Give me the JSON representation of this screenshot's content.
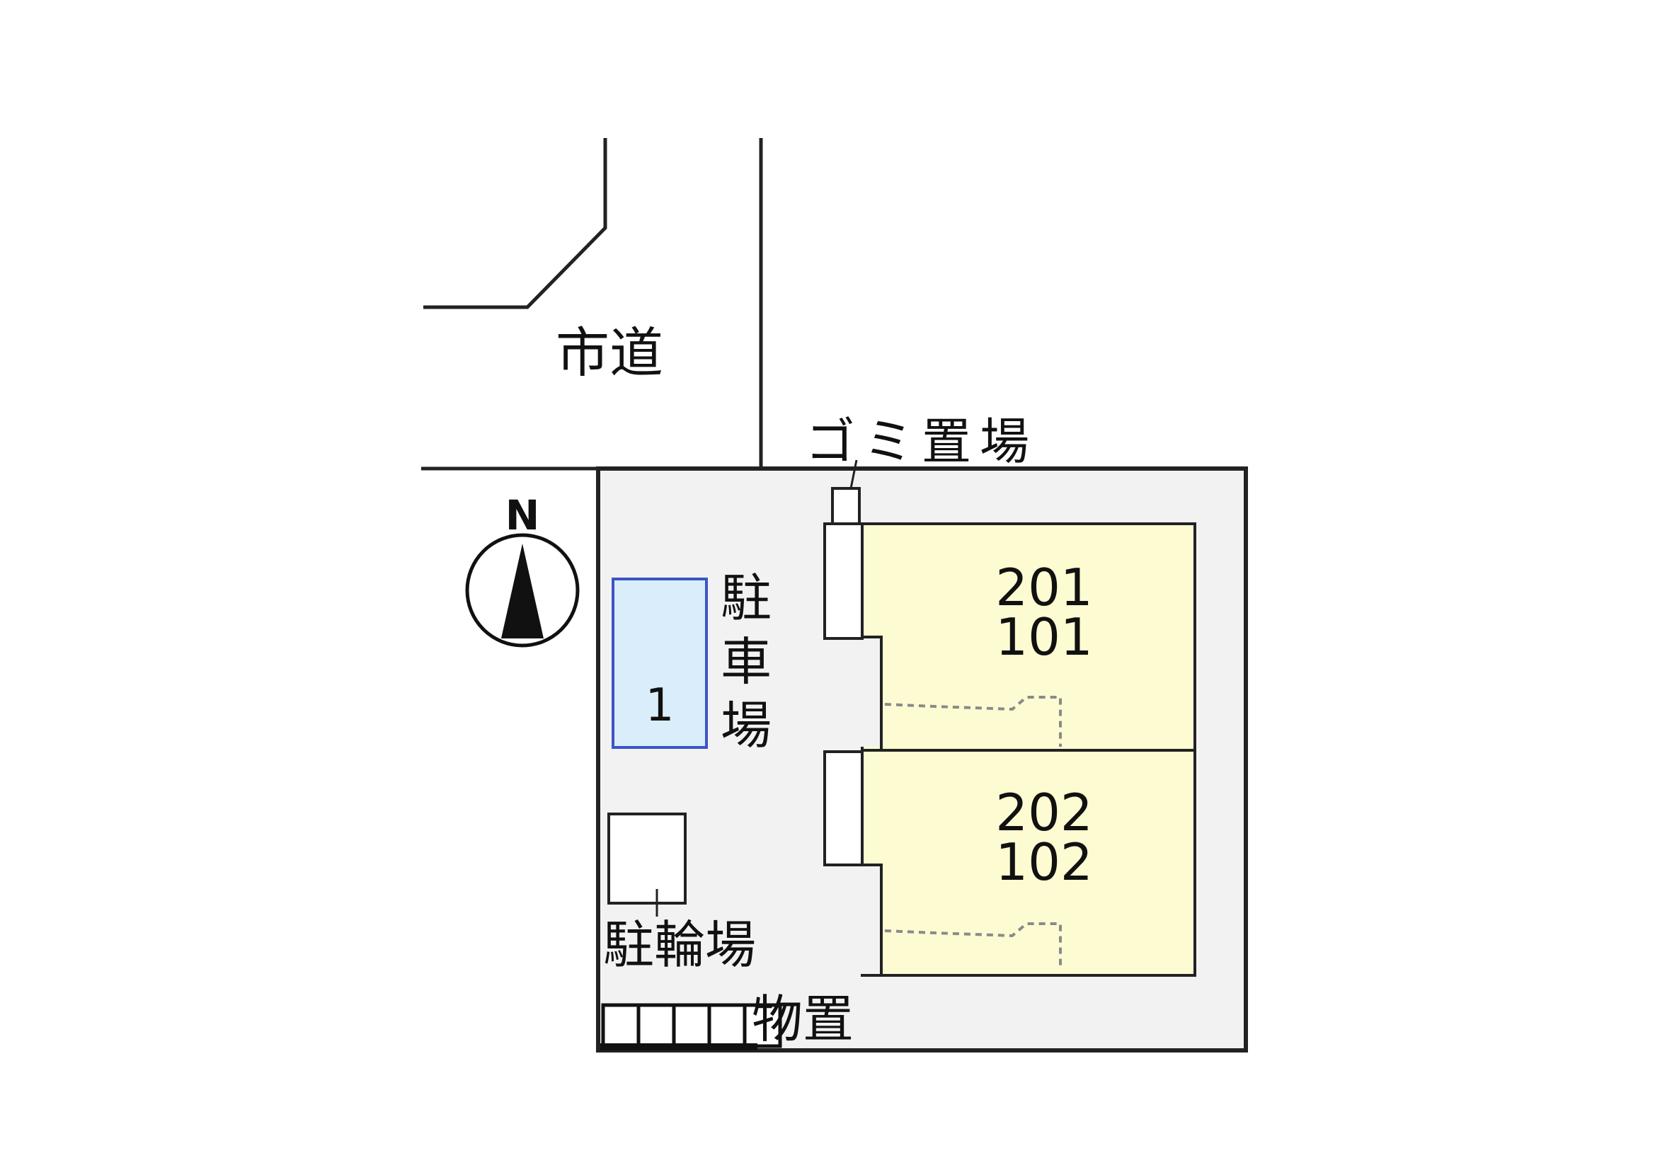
{
  "map": {
    "road_label": "市道",
    "north_label": "N",
    "garbage_label": "ゴミ置場",
    "parking_label": "駐車場",
    "parking_spaces": [
      "1"
    ],
    "bike_parking_label": "駐輪場",
    "storage_label": "物置",
    "units": [
      {
        "upper": "201",
        "lower": "101"
      },
      {
        "upper": "202",
        "lower": "102"
      }
    ],
    "colors": {
      "site_fill": "#f2f2f2",
      "unit_fill": "#fdfbd2",
      "parking_fill": "#d9eefa",
      "parking_border": "#3c55c8",
      "dashed_path": "#8a8a8a"
    }
  }
}
